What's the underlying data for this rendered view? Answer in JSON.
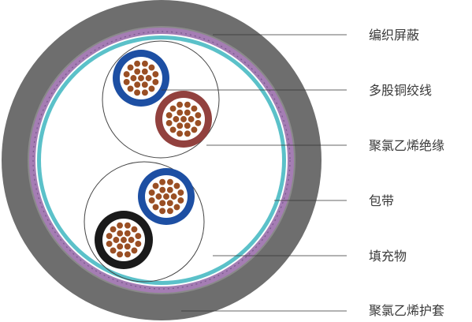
{
  "labels": {
    "braided_shield": "编织屏蔽",
    "stranded_copper": "多股铜绞线",
    "pvc_insulation": "聚氯乙烯绝缘",
    "wrapping_tape": "包带",
    "filler": "填充物",
    "pvc_sheath": "聚氯乙烯护套"
  },
  "colors": {
    "sheath": "#6e6e6e",
    "braid_shield": "#a57db4",
    "tape": "#5bc1c9",
    "copper": "#9a4f24",
    "core_blue": "#1d4fa3",
    "core_red": "#92413e",
    "core_black": "#1a1a1a",
    "filler": "#ffffff"
  },
  "cores": [
    {
      "pair": 1,
      "color_name": "blue"
    },
    {
      "pair": 1,
      "color_name": "red"
    },
    {
      "pair": 2,
      "color_name": "blue"
    },
    {
      "pair": 2,
      "color_name": "black"
    }
  ]
}
